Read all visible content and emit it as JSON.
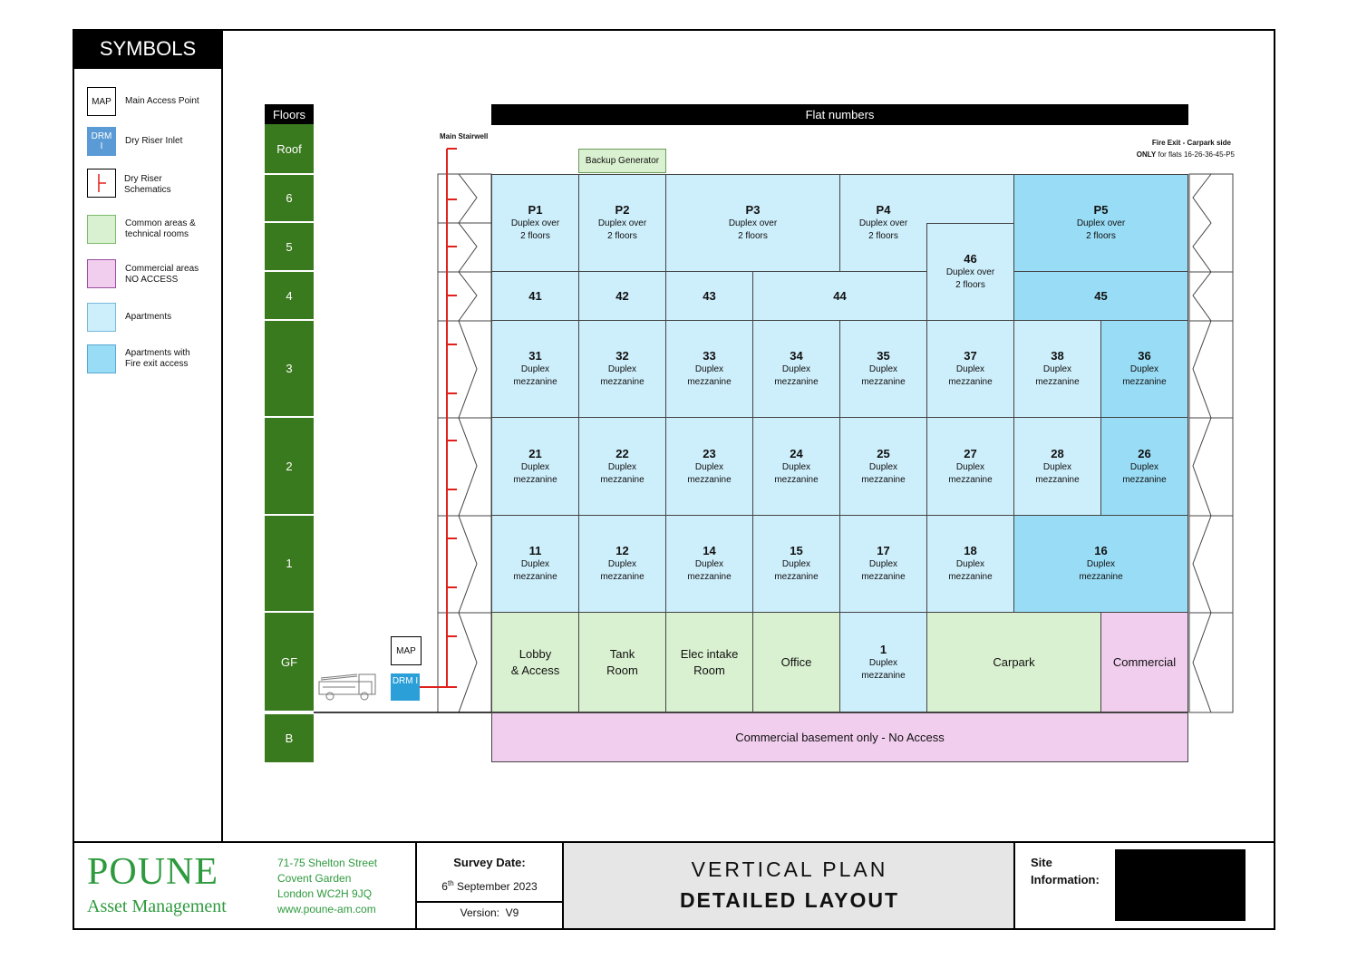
{
  "symbols": {
    "title": "SYMBOLS",
    "items": [
      {
        "icon_text": "MAP",
        "label": "Main Access Point"
      },
      {
        "icon_text": "DRM I",
        "label": "Dry Riser Inlet"
      },
      {
        "icon_text": "",
        "label": "Dry Riser Schematics"
      },
      {
        "icon_text": "",
        "label": "Common areas & technical rooms"
      },
      {
        "icon_text": "",
        "label": "Commercial areas NO ACCESS"
      },
      {
        "icon_text": "",
        "label": "Apartments"
      },
      {
        "icon_text": "",
        "label": "Apartments with Fire exit access"
      }
    ]
  },
  "colors": {
    "apartment": "#cdeefb",
    "apartment_fire_exit": "#99dcf5",
    "common": "#d9f1d0",
    "commercial": "#f1cdee",
    "floor_green": "#3a7a1f",
    "riser_red": "#e0201a",
    "drm_blue": "#2a9fd8"
  },
  "plan": {
    "floors_header": "Floors",
    "floors": [
      "Roof",
      "6",
      "5",
      "4",
      "3",
      "2",
      "1",
      "GF",
      "B"
    ],
    "flat_numbers_header": "Flat numbers",
    "main_stairwell": "Main Stairwell",
    "fire_exit_title": "Fire Exit - Carpark side",
    "fire_exit_only": "ONLY",
    "fire_exit_flats": "for flats 16-26-36-45-P5",
    "backup_generator": "Backup Generator",
    "map_label": "MAP",
    "drm_label": "DRM I",
    "basement": "Commercial basement only - No Access",
    "cells": {
      "p1": {
        "num": "P1",
        "desc": "Duplex over 2 floors"
      },
      "p2": {
        "num": "P2",
        "desc": "Duplex over 2 floors"
      },
      "p3": {
        "num": "P3",
        "desc": "Duplex over 2 floors"
      },
      "p4": {
        "num": "P4",
        "desc": "Duplex over 2 floors"
      },
      "p5": {
        "num": "P5",
        "desc": "Duplex over 2 floors"
      },
      "f46": {
        "num": "46",
        "desc": "Duplex over 2 floors"
      },
      "f41": "41",
      "f42": "42",
      "f43": "43",
      "f44": "44",
      "f45": "45",
      "f31": "31",
      "f32": "32",
      "f33": "33",
      "f34": "34",
      "f35": "35",
      "f37": "37",
      "f38": "38",
      "f36": "36",
      "f21": "21",
      "f22": "22",
      "f23": "23",
      "f24": "24",
      "f25": "25",
      "f27": "27",
      "f28": "28",
      "f26": "26",
      "f11": "11",
      "f12": "12",
      "f14": "14",
      "f15": "15",
      "f17": "17",
      "f18": "18",
      "f16": "16",
      "f1": "1",
      "duplex": "Duplex",
      "mezzanine": "mezzanine",
      "lobby1": "Lobby",
      "lobby2": "& Access",
      "tank1": "Tank",
      "tank2": "Room",
      "elec1": "Elec intake",
      "elec2": "Room",
      "office": "Office",
      "carpark": "Carpark",
      "commercial": "Commercial"
    }
  },
  "footer": {
    "logo_top": "POUNE",
    "logo_bottom": "Asset Management",
    "address": [
      "71-75 Shelton Street",
      "Covent Garden",
      "London WC2H 9JQ",
      "www.poune-am.com"
    ],
    "survey_label": "Survey Date:",
    "survey_day": "6",
    "survey_suffix": "th",
    "survey_rest": " September 2023",
    "version_label": "Version:",
    "version_value": "V9",
    "plan_title": "VERTICAL  PLAN",
    "plan_subtitle": "DETAILED LAYOUT",
    "site_label_1": "Site",
    "site_label_2": "Information:"
  }
}
